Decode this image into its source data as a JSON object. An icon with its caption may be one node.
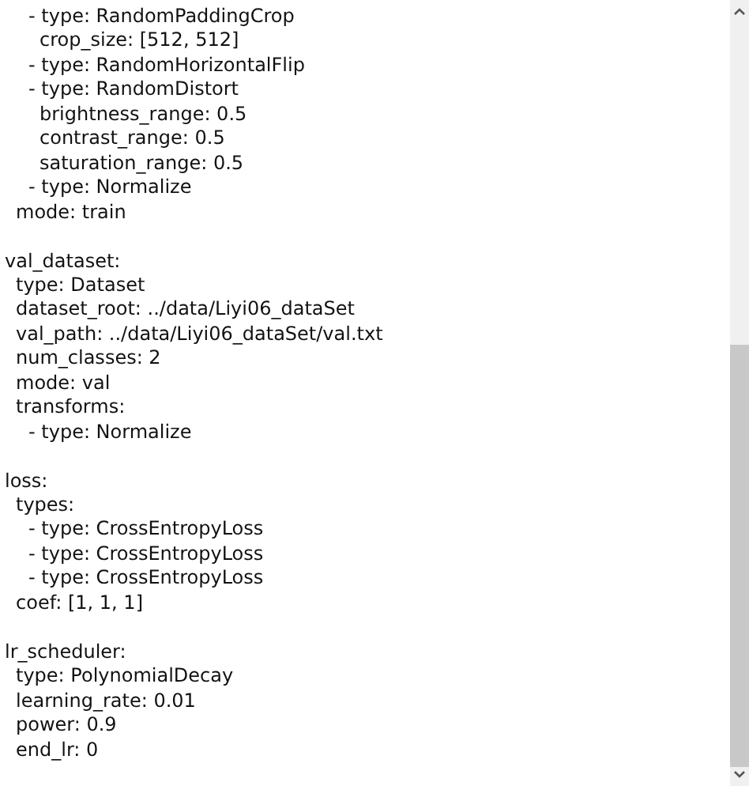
{
  "diagram": {
    "labels": [
      "- type: RandomPaddingCrop",
      "crop_size: [512, 512]",
      "- type: RandomHorizontalFlip",
      "- type: RandomDistort",
      "brightness_range: 0.5",
      "contrast_range: 0.5",
      "saturation_range: 0.5",
      "- type: Normalize",
      "mode: train",
      "val_dataset:",
      "type: Dataset",
      "dataset_root: ../data/Liyi06_dataSet",
      "val_path: ../data/Liyi06_dataSet/val.txt",
      "num_classes: 2",
      "mode: val",
      "transforms:",
      "- type: Normalize",
      "loss:",
      "types:",
      "- type: CrossEntropyLoss",
      "- type: CrossEntropyLoss",
      "- type: CrossEntropyLoss",
      "coef: [1, 1, 1]",
      "lr_scheduler:",
      "type: PolynomialDecay",
      "learning_rate: 0.01",
      "power: 0.9",
      "end_lr: 0"
    ]
  }
}
